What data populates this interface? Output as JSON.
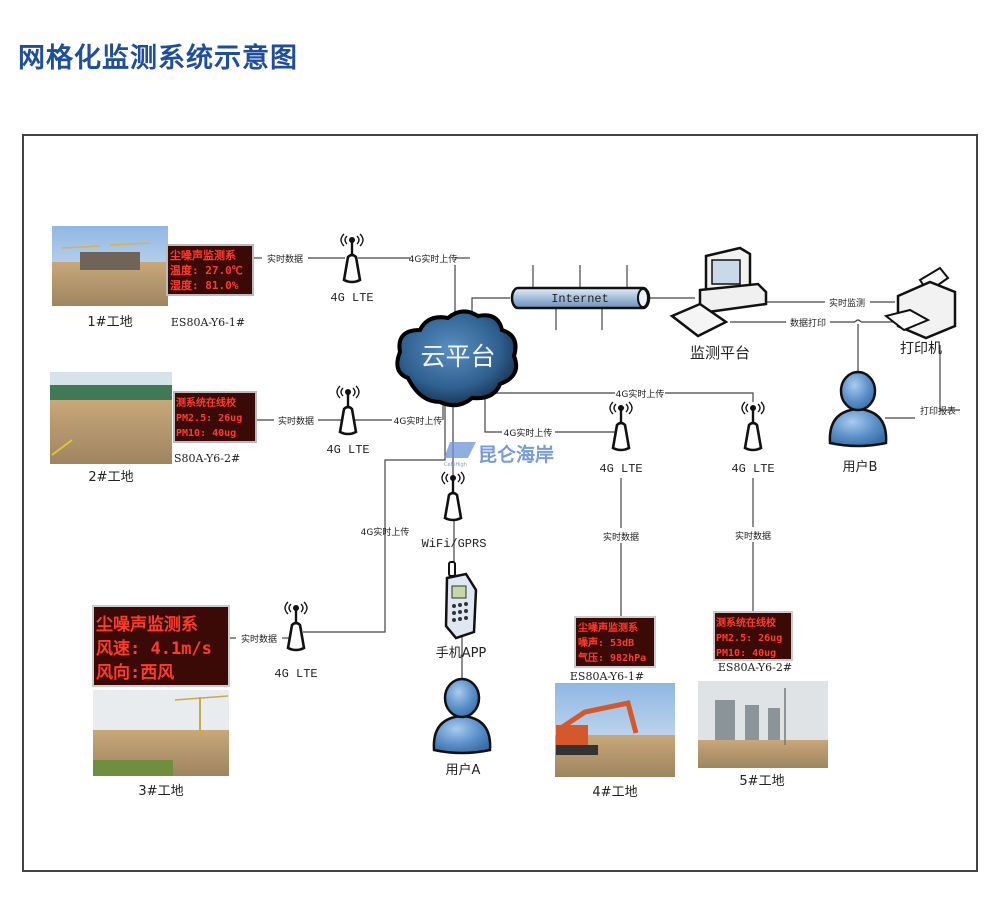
{
  "title": "网格化监测系统示意图",
  "colors": {
    "title": "#1f4e9c",
    "cloud": "#2e5f8f",
    "led_background": "#2a0806",
    "led_text": "#ff3b2a",
    "person": "#5b8fc8",
    "frame": "#444444",
    "watermark": "#4a7ccc"
  },
  "cloud": {
    "label": "云平台",
    "icon": "cloud-icon"
  },
  "internet": {
    "label": "Internet",
    "icon": "network-bus-icon"
  },
  "monitor_platform": {
    "label": "监测平台",
    "icon": "desktop-computer-icon"
  },
  "printer": {
    "label": "打印机",
    "icon": "printer-icon"
  },
  "user_b": {
    "label": "用户B",
    "icon": "user-icon"
  },
  "user_a": {
    "label": "用户A",
    "icon": "user-icon"
  },
  "phone": {
    "label": "手机APP",
    "icon": "mobile-phone-icon"
  },
  "wifi_gprs": {
    "label": "WiFi/GPRS",
    "icon": "antenna-icon"
  },
  "watermark": {
    "text": "昆仑海岸",
    "subtext": "CeBiHigh"
  },
  "sites": [
    {
      "label": "1#工地",
      "device": "ES80A-Y6-1#",
      "led_lines": [
        "尘噪声监测系",
        "温度: 27.0℃",
        "湿度: 81.0%"
      ],
      "antenna": "4G LTE",
      "link_local": "实时数据",
      "link_cloud": "4G实时上传"
    },
    {
      "label": "2#工地",
      "device": "S80A-Y6-2#",
      "led_lines": [
        "测系统在线校",
        "PM2.5: 26ug",
        "PM10: 40ug"
      ],
      "antenna": "4G LTE",
      "link_local": "实时数据",
      "link_cloud": "4G实时上传"
    },
    {
      "label": "3#工地",
      "device": "",
      "led_lines": [
        "尘噪声监测系",
        "风速: 4.1m/s",
        "风向:西风"
      ],
      "antenna": "4G LTE",
      "link_local": "实时数据",
      "link_cloud": "4G实时上传"
    },
    {
      "label": "4#工地",
      "device": "ES80A-Y6-1#",
      "led_lines": [
        "尘噪声监测系",
        "噪声: 53dB",
        "气压: 982hPa"
      ],
      "antenna": "4G LTE",
      "link_local": "实时数据",
      "link_cloud": "4G实时上传"
    },
    {
      "label": "5#工地",
      "device": "ES80A-Y6-2#",
      "led_lines": [
        "测系统在线校",
        "PM2.5: 26ug",
        "PM10: 40ug"
      ],
      "antenna": "4G LTE",
      "link_local": "实时数据",
      "link_cloud": "4G实时上传"
    }
  ],
  "links": {
    "realtime_monitor": "实时监测",
    "data_print": "数据打印",
    "print_report": "打印报表"
  }
}
